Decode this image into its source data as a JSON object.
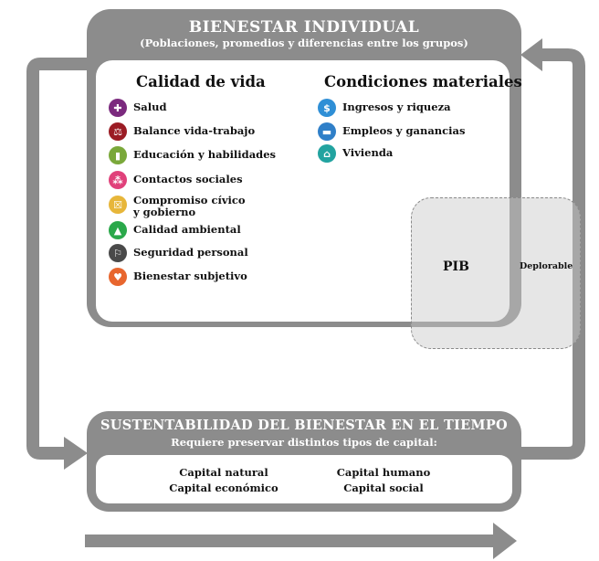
{
  "top": {
    "title": "BIENESTAR INDIVIDUAL",
    "subtitle": "(Poblaciones, promedios y diferencias entre los grupos)"
  },
  "quality_of_life": {
    "title": "Calidad de vida",
    "items": [
      {
        "label": "Salud",
        "icon": "health-cross-icon",
        "color": "#7b2a7e"
      },
      {
        "label": "Balance vida-trabajo",
        "icon": "balance-scale-icon",
        "color": "#9b1c24"
      },
      {
        "label": "Educación y habilidades",
        "icon": "book-icon",
        "color": "#7aa83a"
      },
      {
        "label": "Contactos sociales",
        "icon": "people-icon",
        "color": "#e0417a"
      },
      {
        "label": "Compromiso cívico\ny gobierno",
        "icon": "ballot-icon",
        "color": "#e7b63a"
      },
      {
        "label": "Calidad ambiental",
        "icon": "tree-icon",
        "color": "#2aa84a"
      },
      {
        "label": "Seguridad personal",
        "icon": "running-person-icon",
        "color": "#4a4a4a"
      },
      {
        "label": "Bienestar subjetivo",
        "icon": "heart-icon",
        "color": "#e8662e"
      }
    ]
  },
  "material_conditions": {
    "title": "Condiciones materiales",
    "items": [
      {
        "label": "Ingresos y riqueza",
        "icon": "money-icon",
        "color": "#2f8fd6"
      },
      {
        "label": "Empleos y ganancias",
        "icon": "briefcase-icon",
        "color": "#2f7fc8"
      },
      {
        "label": "Vivienda",
        "icon": "house-icon",
        "color": "#22a3a0"
      }
    ]
  },
  "pib": {
    "label": "PIB",
    "note": "Deplorable"
  },
  "bottom": {
    "title": "SUSTENTABILIDAD DEL BIENESTAR EN EL TIEMPO",
    "subtitle": "Requiere preservar distintos tipos de capital:",
    "capitals": [
      "Capital natural",
      "Capital humano",
      "Capital económico",
      "Capital social"
    ]
  },
  "colors": {
    "panel": "#8c8c8c",
    "arrow": "#8c8c8c",
    "pib_fill": "#c8c8c8"
  }
}
